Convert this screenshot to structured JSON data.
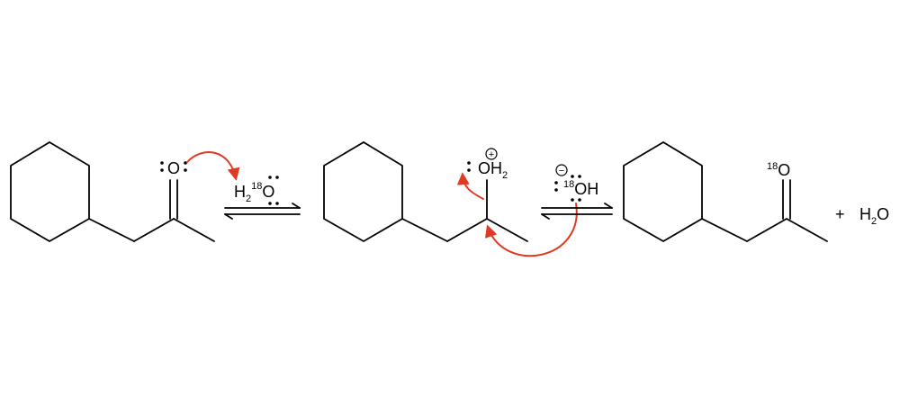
{
  "molecule1": {
    "oxygen": "O"
  },
  "water18": {
    "h": "H",
    "h_count": "2",
    "mass": "18",
    "oxygen": "O"
  },
  "molecule2": {
    "oxonium": "OH",
    "oxonium_h_count": "2",
    "charge": "+"
  },
  "hydroxide18": {
    "charge": "−",
    "mass": "18",
    "group": "OH"
  },
  "molecule3": {
    "mass": "18",
    "oxygen": "O"
  },
  "plus": "+",
  "water": {
    "h": "H",
    "h_count": "2",
    "oxygen": "O"
  },
  "colors": {
    "curved_arrow": "#e03a22",
    "bonds": "#000000"
  }
}
